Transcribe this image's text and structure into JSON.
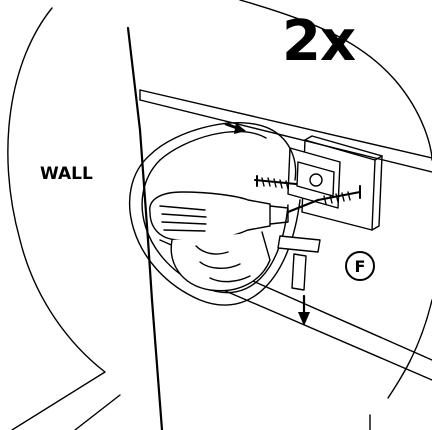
{
  "instruction": {
    "repeat_count": "2x",
    "wall_label": "WALL",
    "part_label": "F"
  },
  "colors": {
    "line": "#000000",
    "background": "#ffffff"
  },
  "icons": [
    "drill-icon",
    "hand-icon",
    "screw-icon",
    "wall-bracket-icon",
    "strap-icon",
    "rotation-arrow-icon",
    "down-arrow-icon"
  ]
}
